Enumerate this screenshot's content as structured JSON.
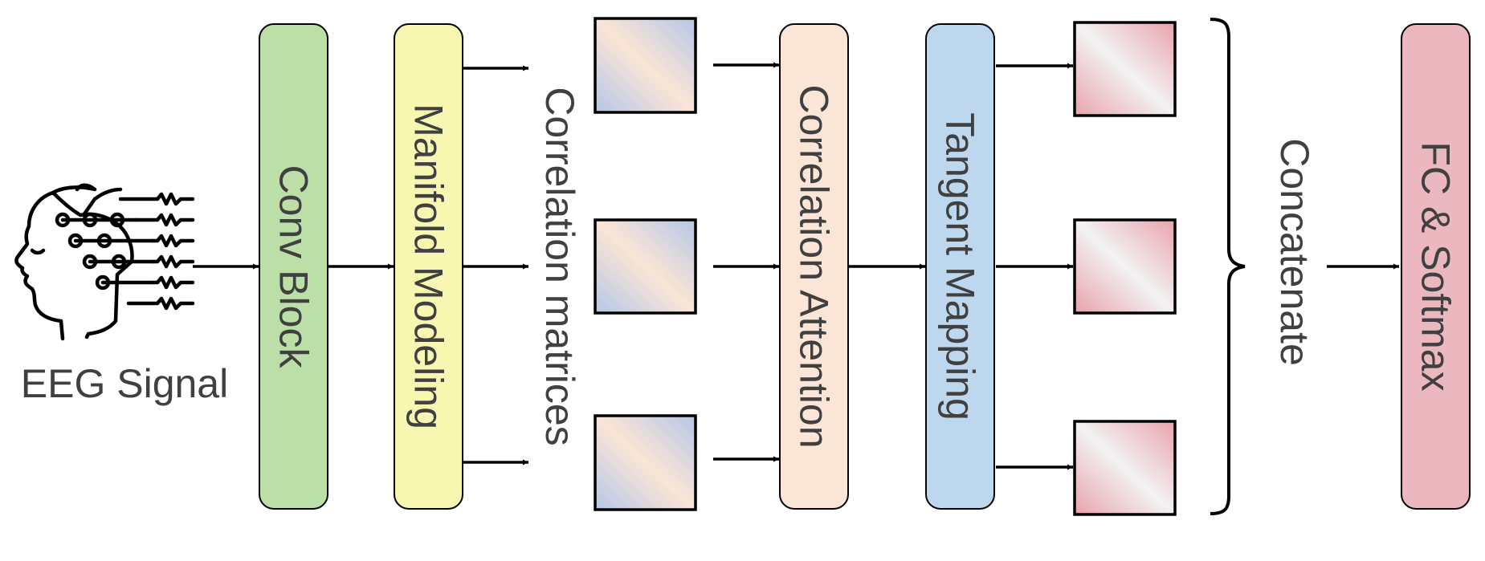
{
  "input": {
    "label": "EEG Signal",
    "icon": "head-eeg-icon"
  },
  "blocks": {
    "conv": {
      "label": "Conv Block",
      "color": "#bcdfa7"
    },
    "manifold": {
      "label": "Manifold Modeling",
      "color": "#f7f7b2"
    },
    "attention": {
      "label": "Correlation Attention",
      "color": "#fbe5d6"
    },
    "tangent": {
      "label": "Tangent Mapping",
      "color": "#bdd7ee"
    },
    "fc": {
      "label": "FC & Softmax",
      "color": "#eab8be"
    }
  },
  "labels": {
    "correlation_matrices": "Correlation matrices",
    "concatenate": "Concatenate"
  },
  "colors": {
    "matrix_blue": "#b4c7e7",
    "matrix_peach": "#fbe5d6",
    "tangent_red": "#e8a3ac",
    "tangent_light": "#f2f2f2",
    "stroke": "#000000",
    "text": "#404040"
  }
}
